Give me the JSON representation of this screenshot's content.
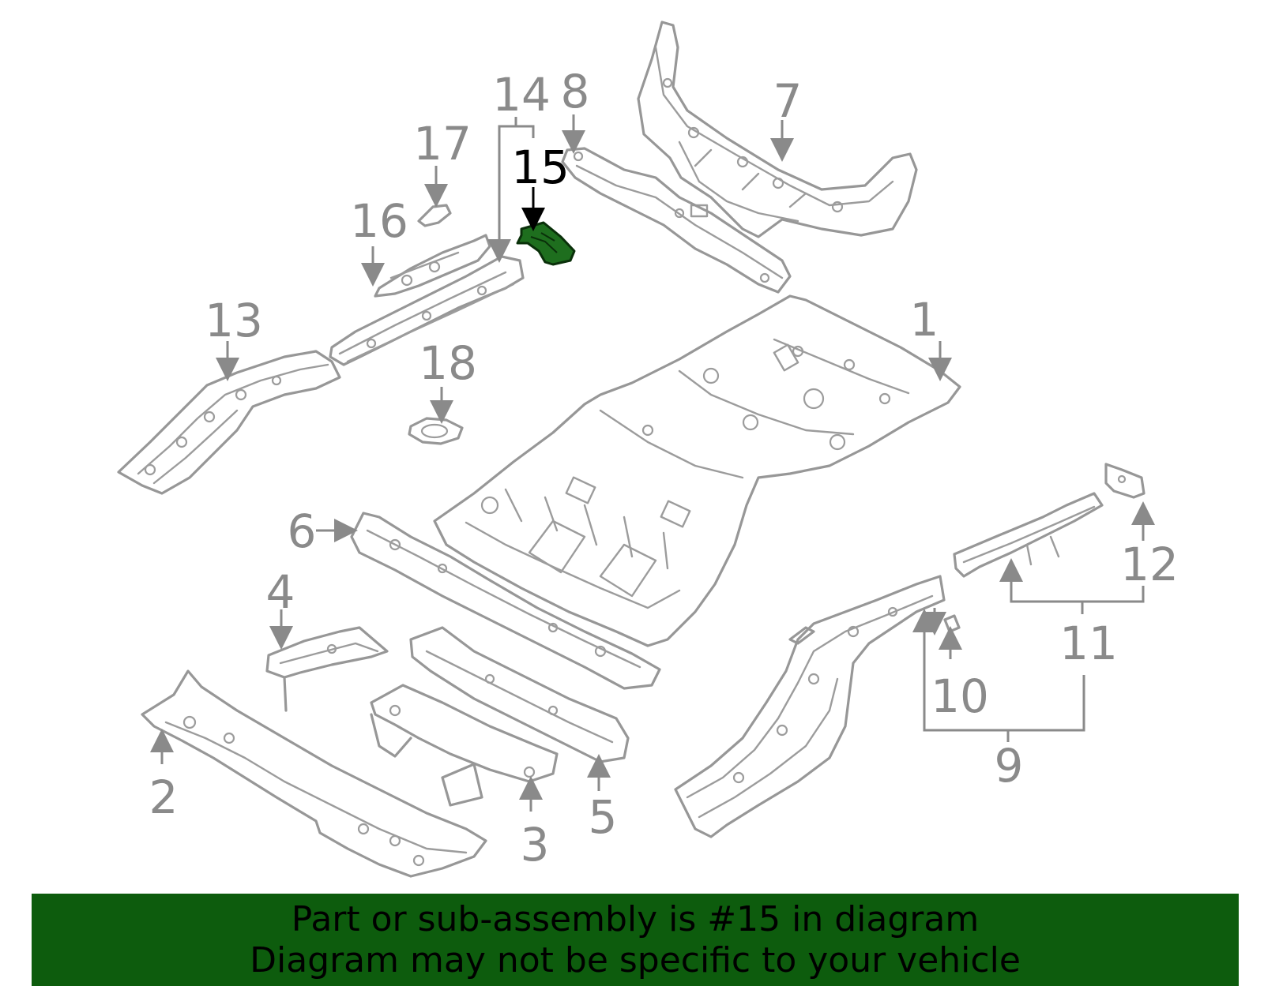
{
  "callouts": {
    "c1": "1",
    "c2": "2",
    "c3": "3",
    "c4": "4",
    "c5": "5",
    "c6": "6",
    "c7": "7",
    "c8": "8",
    "c9": "9",
    "c10": "10",
    "c11": "11",
    "c12": "12",
    "c13": "13",
    "c14": "14",
    "c15": "15",
    "c16": "16",
    "c17": "17",
    "c18": "18"
  },
  "highlight": {
    "part": "15",
    "color": "#1e6e1e",
    "banner_color": "#0d5c0d"
  },
  "banner": {
    "line1": "Part or sub-assembly is #15 in diagram",
    "line2": "Diagram may not be specific to your vehicle"
  }
}
